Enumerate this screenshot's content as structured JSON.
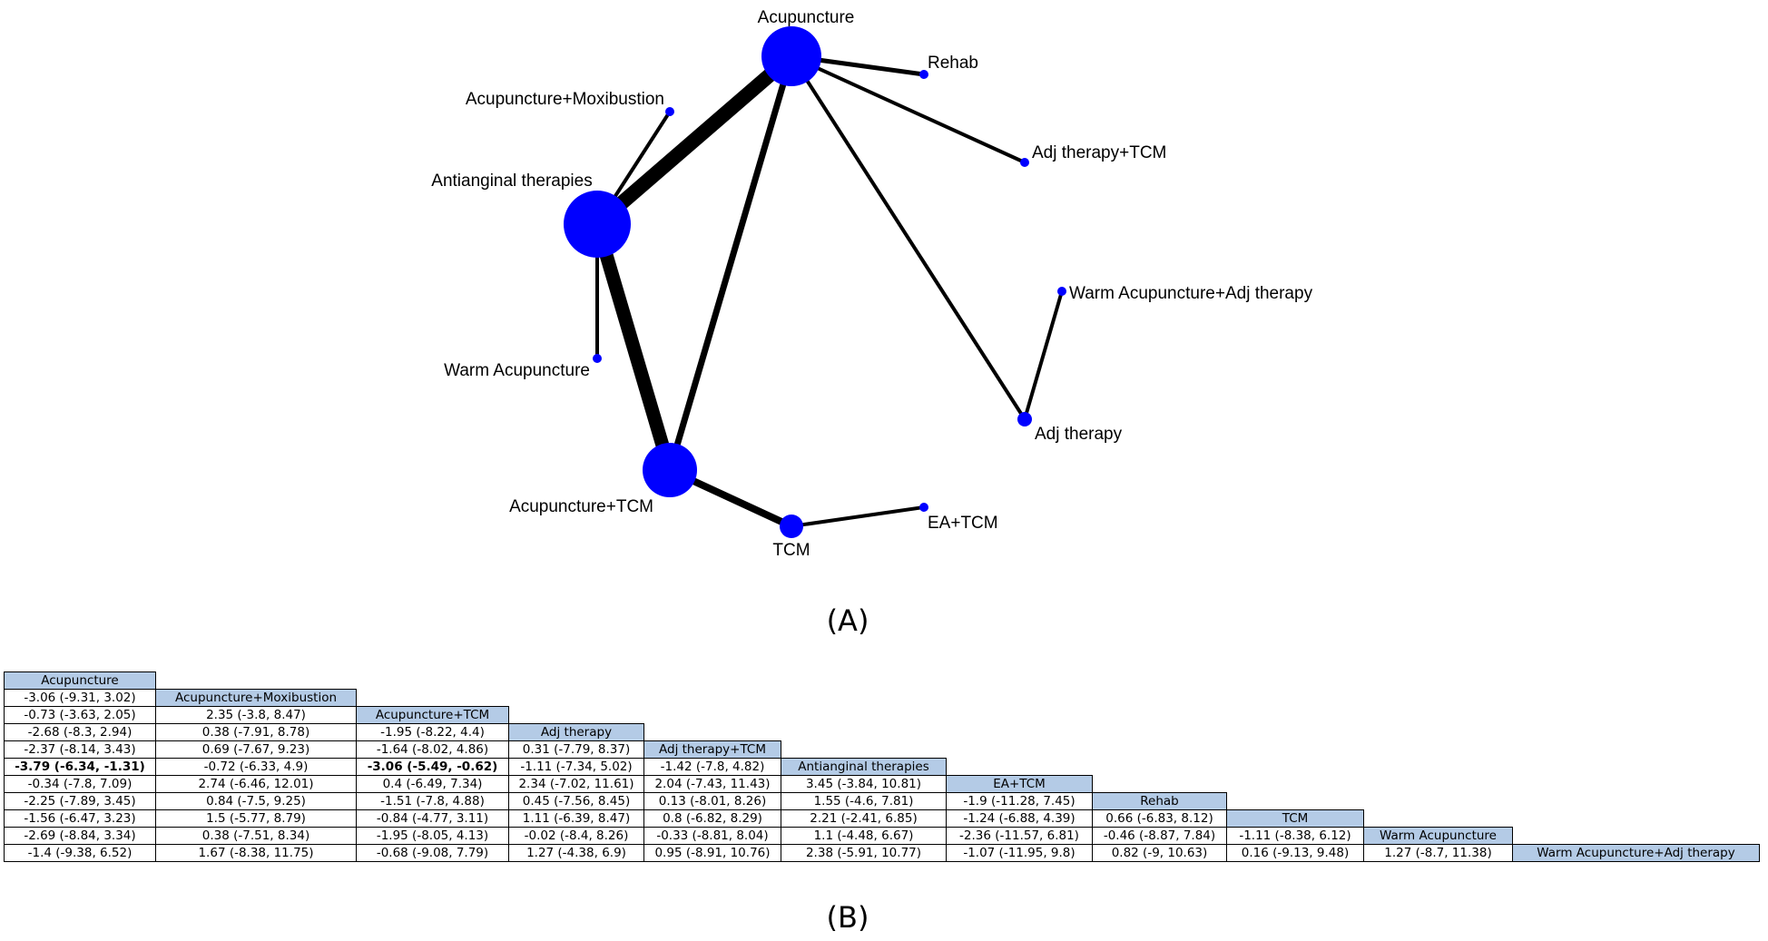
{
  "panel_a_label": "(A)",
  "panel_b_label": "(B)",
  "network": {
    "node_color": "#0000ff",
    "edge_color": "#000000",
    "nodes": [
      {
        "id": "Acupuncture",
        "label": "Acupuncture"
      },
      {
        "id": "Acupuncture+Moxibustion",
        "label": "Acupuncture+Moxibustion"
      },
      {
        "id": "Acupuncture+TCM",
        "label": "Acupuncture+TCM"
      },
      {
        "id": "Adj therapy",
        "label": "Adj therapy"
      },
      {
        "id": "Adj therapy+TCM",
        "label": "Adj therapy+TCM"
      },
      {
        "id": "Antianginal therapies",
        "label": "Antianginal therapies"
      },
      {
        "id": "EA+TCM",
        "label": "EA+TCM"
      },
      {
        "id": "Rehab",
        "label": "Rehab"
      },
      {
        "id": "TCM",
        "label": "TCM"
      },
      {
        "id": "Warm Acupuncture",
        "label": "Warm Acupuncture"
      },
      {
        "id": "Warm Acupuncture+Adj therapy",
        "label": "Warm Acupuncture+Adj therapy"
      }
    ],
    "edges": [
      {
        "from": "Acupuncture",
        "to": "Antianginal therapies"
      },
      {
        "from": "Acupuncture",
        "to": "Acupuncture+TCM"
      },
      {
        "from": "Acupuncture",
        "to": "Rehab"
      },
      {
        "from": "Acupuncture",
        "to": "Adj therapy+TCM"
      },
      {
        "from": "Acupuncture",
        "to": "Adj therapy"
      },
      {
        "from": "Antianginal therapies",
        "to": "Acupuncture+Moxibustion"
      },
      {
        "from": "Antianginal therapies",
        "to": "Warm Acupuncture"
      },
      {
        "from": "Antianginal therapies",
        "to": "Acupuncture+TCM"
      },
      {
        "from": "Acupuncture+TCM",
        "to": "TCM"
      },
      {
        "from": "TCM",
        "to": "EA+TCM"
      },
      {
        "from": "Adj therapy",
        "to": "Warm Acupuncture+Adj therapy"
      }
    ]
  },
  "league_table": {
    "diagonal_color": "#b4cbe6",
    "treatments": [
      "Acupuncture",
      "Acupuncture+Moxibustion",
      "Acupuncture+TCM",
      "Adj therapy",
      "Adj therapy+TCM",
      "Antianginal therapies",
      "EA+TCM",
      "Rehab",
      "TCM",
      "Warm Acupuncture",
      "Warm Acupuncture+Adj therapy"
    ],
    "rows": [
      [],
      [
        "-3.06 (-9.31, 3.02)"
      ],
      [
        "-0.73 (-3.63, 2.05)",
        "2.35 (-3.8, 8.47)"
      ],
      [
        "-2.68 (-8.3, 2.94)",
        "0.38 (-7.91, 8.78)",
        "-1.95 (-8.22, 4.4)"
      ],
      [
        "-2.37 (-8.14, 3.43)",
        "0.69 (-7.67, 9.23)",
        "-1.64 (-8.02, 4.86)",
        "0.31 (-7.79, 8.37)"
      ],
      [
        "-3.79 (-6.34, -1.31)",
        "-0.72 (-6.33, 4.9)",
        "-3.06 (-5.49, -0.62)",
        "-1.11 (-7.34, 5.02)",
        "-1.42 (-7.8, 4.82)"
      ],
      [
        "-0.34 (-7.8, 7.09)",
        "2.74 (-6.46, 12.01)",
        "0.4 (-6.49, 7.34)",
        "2.34 (-7.02, 11.61)",
        "2.04 (-7.43, 11.43)",
        "3.45 (-3.84, 10.81)"
      ],
      [
        "-2.25 (-7.89, 3.45)",
        "0.84 (-7.5, 9.25)",
        "-1.51 (-7.8, 4.88)",
        "0.45 (-7.56, 8.45)",
        "0.13 (-8.01, 8.26)",
        "1.55 (-4.6, 7.81)",
        "-1.9 (-11.28, 7.45)"
      ],
      [
        "-1.56 (-6.47, 3.23)",
        "1.5 (-5.77, 8.79)",
        "-0.84 (-4.77, 3.11)",
        "1.11 (-6.39, 8.47)",
        "0.8 (-6.82, 8.29)",
        "2.21 (-2.41, 6.85)",
        "-1.24 (-6.88, 4.39)",
        "0.66 (-6.83, 8.12)"
      ],
      [
        "-2.69 (-8.84, 3.34)",
        "0.38 (-7.51, 8.34)",
        "-1.95 (-8.05, 4.13)",
        "-0.02 (-8.4, 8.26)",
        "-0.33 (-8.81, 8.04)",
        "1.1 (-4.48, 6.67)",
        "-2.36 (-11.57, 6.81)",
        "-0.46 (-8.87, 7.84)",
        "-1.11 (-8.38, 6.12)"
      ],
      [
        "-1.4 (-9.38, 6.52)",
        "1.67 (-8.38, 11.75)",
        "-0.68 (-9.08, 7.79)",
        "1.27 (-4.38, 6.9)",
        "0.95 (-8.91, 10.76)",
        "2.38 (-5.91, 10.77)",
        "-1.07 (-11.95, 9.8)",
        "0.82 (-9, 10.63)",
        "0.16 (-9.13, 9.48)",
        "1.27 (-8.7, 11.38)"
      ]
    ],
    "bold_cells": [
      [
        5,
        0
      ],
      [
        5,
        2
      ]
    ]
  }
}
